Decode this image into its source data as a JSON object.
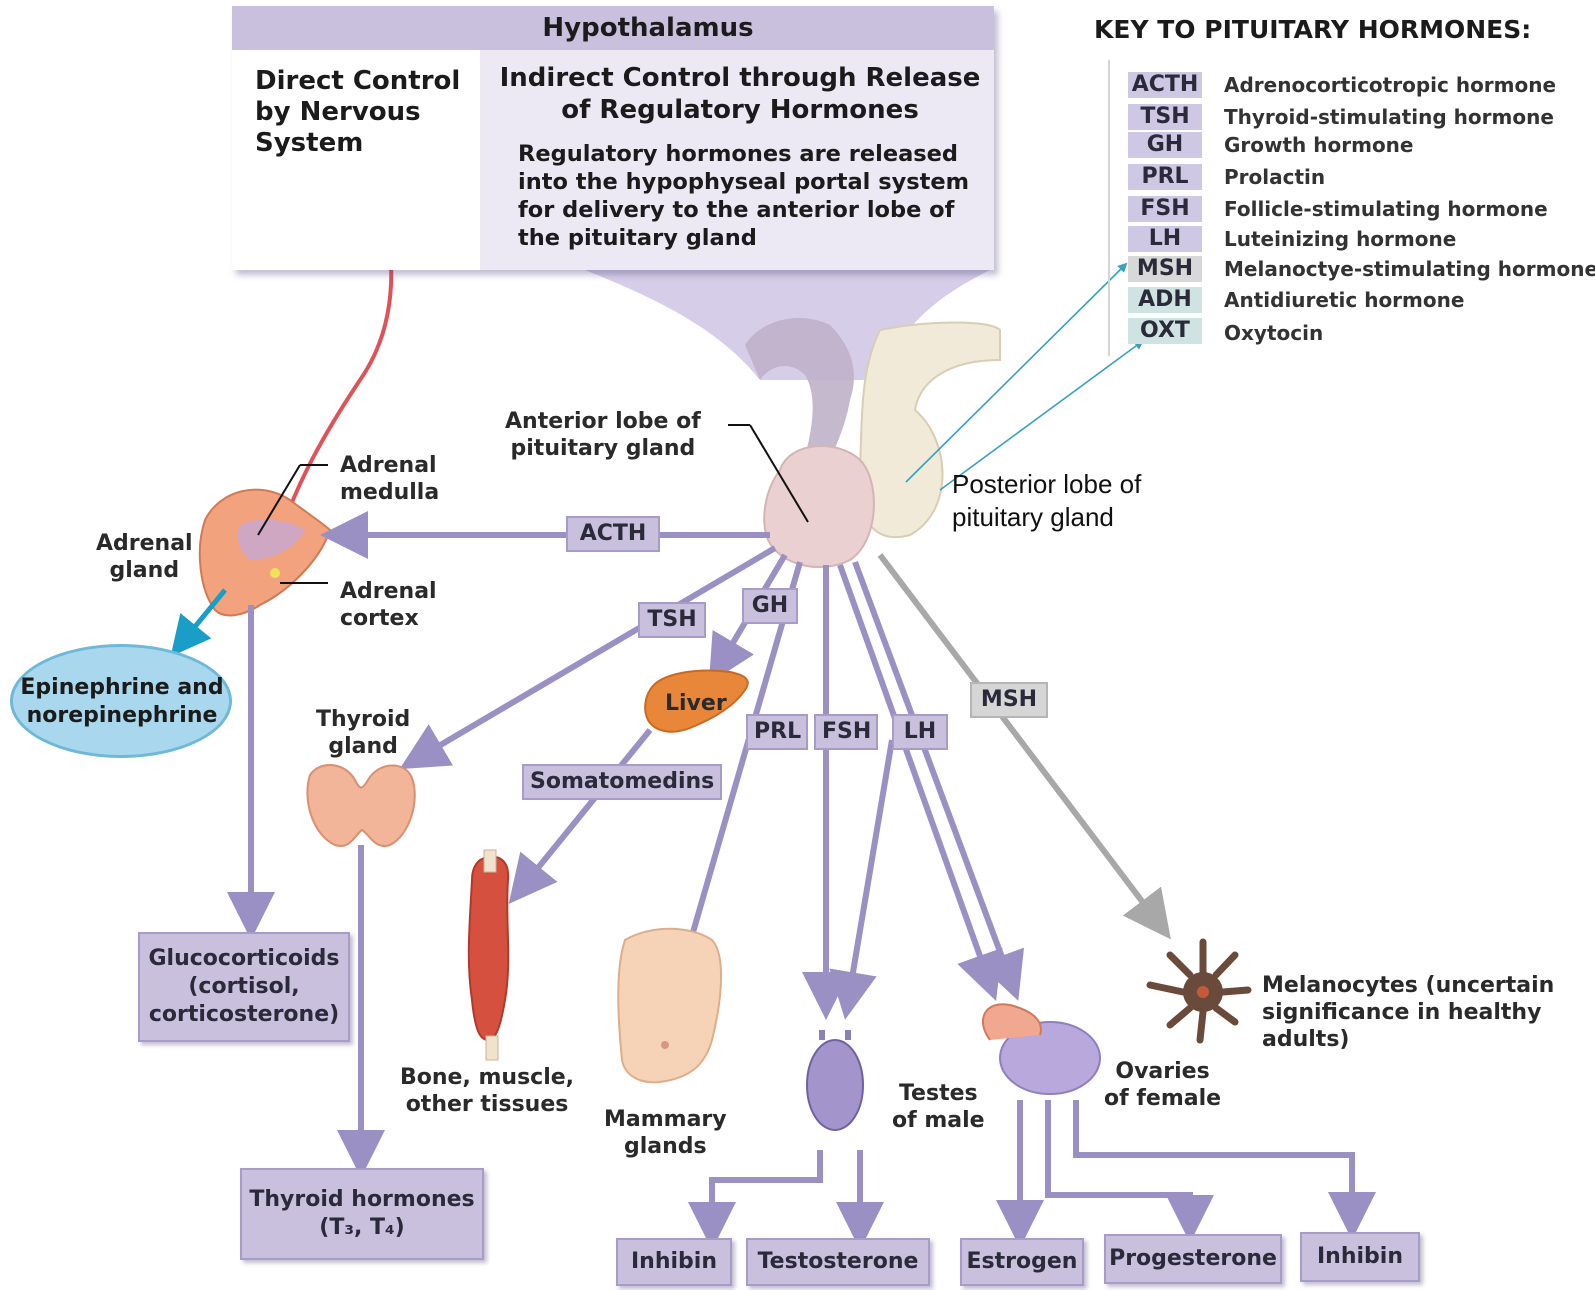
{
  "hypothalamus": {
    "title": "Hypothalamus",
    "direct_control": "Direct Control\nby Nervous\nSystem",
    "indirect_control": "Indirect Control through Release of Regulatory Hormones",
    "indirect_body": "Regulatory hormones are released into the hypophyseal portal system for delivery to the anterior lobe of the pituitary gland"
  },
  "key": {
    "title": "KEY TO PITUITARY HORMONES:",
    "items": [
      {
        "abbr": "ACTH",
        "name": "Adrenocorticotropic hormone"
      },
      {
        "abbr": "TSH",
        "name": "Thyroid-stimulating hormone"
      },
      {
        "abbr": "GH",
        "name": "Growth hormone"
      },
      {
        "abbr": "PRL",
        "name": "Prolactin"
      },
      {
        "abbr": "FSH",
        "name": "Follicle-stimulating hormone"
      },
      {
        "abbr": "LH",
        "name": "Luteinizing hormone"
      },
      {
        "abbr": "MSH",
        "name": "Melanoctye-stimulating hormone"
      },
      {
        "abbr": "ADH",
        "name": "Antidiuretic hormone"
      },
      {
        "abbr": "OXT",
        "name": "Oxytocin"
      }
    ]
  },
  "labels": {
    "anterior_lobe": "Anterior lobe of\npituitary gland",
    "posterior_lobe": "Posterior lobe of\npituitary gland",
    "adrenal_medulla": "Adrenal\nmedulla",
    "adrenal_cortex": "Adrenal\ncortex",
    "adrenal_gland": "Adrenal\ngland",
    "epinephrine": "Epinephrine and norepinephrine",
    "thyroid_gland": "Thyroid\ngland",
    "liver": "Liver",
    "bone_muscle": "Bone, muscle,\nother tissues",
    "mammary": "Mammary\nglands",
    "testes": "Testes\nof male",
    "ovaries": "Ovaries\nof female",
    "melanocytes": "Melanocytes (uncertain\nsignificance in healthy\nadults)"
  },
  "tags": {
    "acth": "ACTH",
    "tsh": "TSH",
    "gh": "GH",
    "prl": "PRL",
    "fsh": "FSH",
    "lh": "LH",
    "msh": "MSH",
    "somatomedins": "Somatomedins"
  },
  "results": {
    "glucocorticoids": "Glucocorticoids (cortisol, corticosterone)",
    "thyroid_hormones": "Thyroid hormones (T₃, T₄)",
    "inhibin_male": "Inhibin",
    "testosterone": "Testosterone",
    "estrogen": "Estrogen",
    "progesterone": "Progesterone",
    "inhibin_female": "Inhibin"
  },
  "colors": {
    "arrow": "#9a90c4",
    "tag_fill": "#c9c0de",
    "msh_arrow": "#a8a8a8",
    "nerve": "#e0525a",
    "teal": "#1a9ec8"
  }
}
